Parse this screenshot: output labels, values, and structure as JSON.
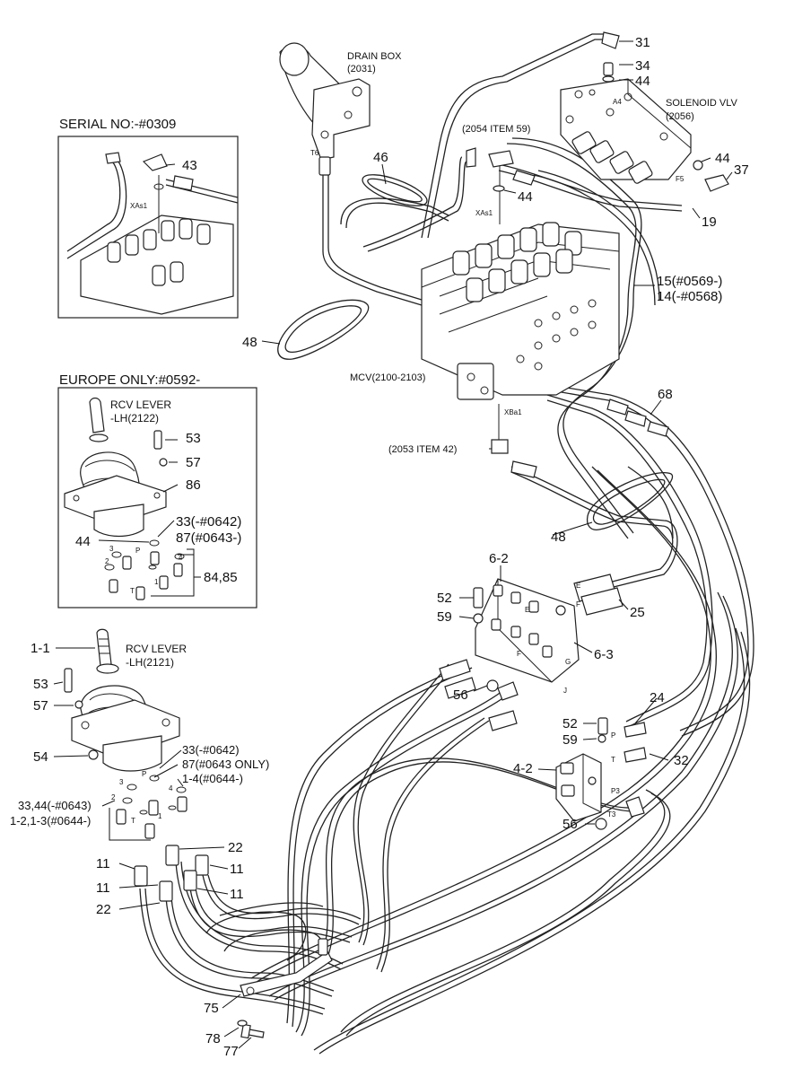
{
  "labels": {
    "drain_box": [
      "DRAIN BOX",
      "(2031)"
    ],
    "solenoid_valve": [
      "SOLENOID VLV",
      "(2056)"
    ],
    "item_2054": "(2054 ITEM 59)",
    "mcv": "MCV(2100-2103)",
    "item_2053": "(2053 ITEM 42)",
    "rcv_lever_2122": [
      "RCV LEVER",
      "-LH(2122)"
    ],
    "rcv_lever_2121": [
      "RCV LEVER",
      "-LH(2121)"
    ],
    "serial_inset_title": "SERIAL NO:-#0309",
    "europe_inset_title": "EUROPE ONLY:#0592-",
    "port_xas1_main": "XAs1",
    "port_xas1_inset": "XAs1",
    "port_xba1": "XBa1",
    "port_t6": "T6",
    "port_a4": "A4",
    "port_f5": "F5"
  },
  "part_numbers": {
    "p31": "31",
    "p34": "34",
    "p44_top": "44",
    "p37": "37",
    "p44_sol": "44",
    "p19": "19",
    "p15_14_a": "15(#0569-)",
    "p15_14_b": "14(-#0568)",
    "p46": "46",
    "p44_mcv": "44",
    "p48_top": "48",
    "p68": "68",
    "p48_mid": "48",
    "p43": "43",
    "p53_eu": "53",
    "p57_eu": "57",
    "p86": "86",
    "p33_eu": "33(-#0642)",
    "p87_eu": "87(#0643-)",
    "p44_eu": "44",
    "p84_85": "84,85",
    "p6_2": "6-2",
    "p52_top": "52",
    "p59_top": "59",
    "p25": "25",
    "p6_3": "6-3",
    "p56_top": "56",
    "p1_1": "1-1",
    "p53": "53",
    "p57": "57",
    "p54": "54",
    "p33_main": "33(-#0642)",
    "p87_main": "87(#0643 ONLY)",
    "p1_4": "1-4(#0644-)",
    "p33_44": "33,44(-#0643)",
    "p1_2_3": "1-2,1-3(#0644-)",
    "p24": "24",
    "p52_bot": "52",
    "p59_bot": "59",
    "p32": "32",
    "p4_2": "4-2",
    "p56_bot": "56",
    "p22_a": "22",
    "p11_a": "11",
    "p11_b": "11",
    "p11_c": "11",
    "p11_d": "11",
    "p22_b": "22",
    "p75": "75",
    "p78": "78",
    "p77": "77"
  },
  "port_letters": {
    "e1": "E",
    "f1": "F",
    "g1": "G",
    "j1": "J",
    "e2": "E",
    "f2": "F",
    "p_a": "P",
    "t_a": "T",
    "n1_a": "1",
    "n2_a": "2",
    "n3_a": "3",
    "n4_a": "4",
    "p_b": "P",
    "t_b": "T",
    "n1_b": "1",
    "n2_b": "2",
    "n3_b": "3",
    "n4_b": "4",
    "p_c": "P",
    "t_c": "T",
    "p3": "P3",
    "t3": "T3"
  }
}
